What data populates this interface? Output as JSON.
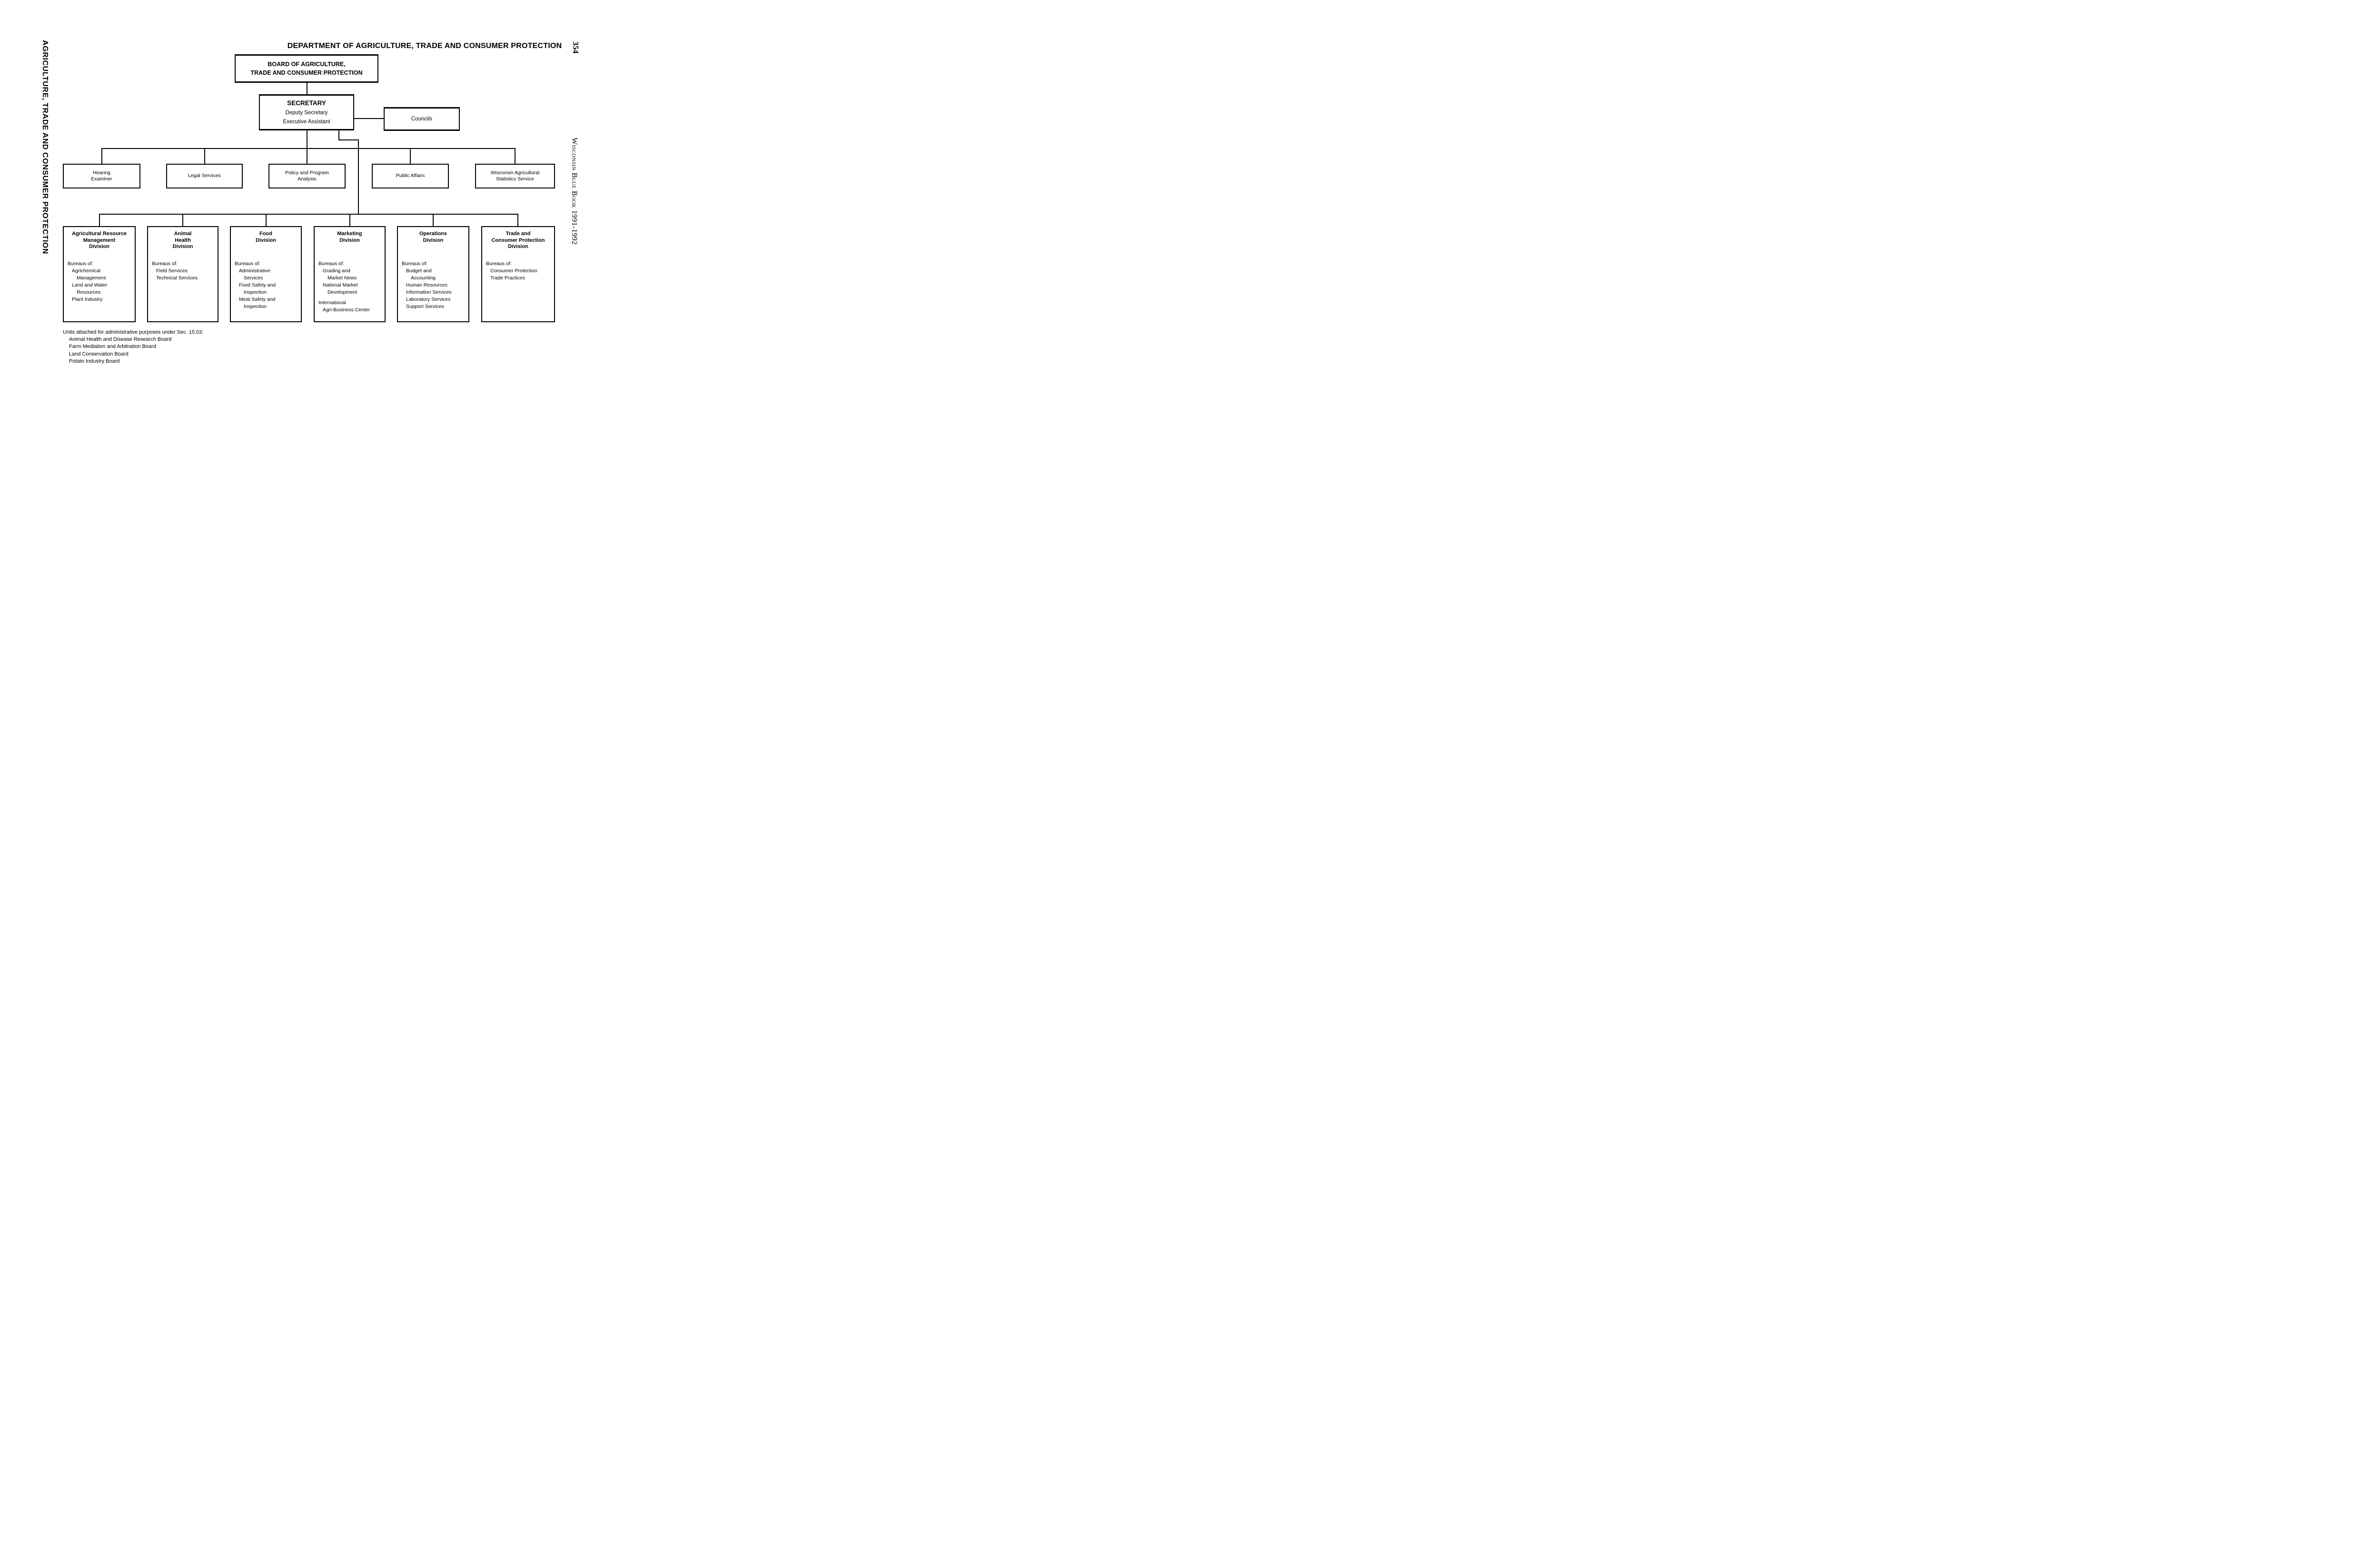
{
  "page": {
    "title": "DEPARTMENT OF AGRICULTURE, TRADE AND CONSUMER PROTECTION",
    "page_number": "354",
    "left_caption": "AGRICULTURE, TRADE AND CONSUMER PROTECTION",
    "right_caption": "Wisconsin Blue Book 1991-1992"
  },
  "colors": {
    "ink": "#000000",
    "paper": "#ffffff"
  },
  "board": {
    "lines": [
      "BOARD OF AGRICULTURE,",
      "TRADE AND CONSUMER PROTECTION"
    ]
  },
  "secretary": {
    "title": "SECRETARY",
    "subtitles": [
      "Deputy Secretary",
      "Executive Assistant"
    ]
  },
  "councils": {
    "label": "Councils"
  },
  "staff_offices": [
    {
      "lines": [
        "Hearing",
        "Examiner"
      ]
    },
    {
      "lines": [
        "Legal Services"
      ]
    },
    {
      "lines": [
        "Policy and Program",
        "Analysis"
      ]
    },
    {
      "lines": [
        "Public Affairs"
      ]
    },
    {
      "lines": [
        "Wisconsin Agricultural",
        "Statistics Service"
      ]
    }
  ],
  "divisions": [
    {
      "title_lines": [
        "Agricultural Resource",
        "Management",
        "Division"
      ],
      "body_lines": [
        "Bureaus of:",
        "Agrichemical",
        "Management",
        "Land and Water",
        "Resources",
        "Plant Industry"
      ]
    },
    {
      "title_lines": [
        "Animal",
        "Health",
        "Division"
      ],
      "body_lines": [
        "Bureaus of:",
        "Field Services",
        "Technical Services"
      ]
    },
    {
      "title_lines": [
        "Food",
        "Division"
      ],
      "body_lines": [
        "Bureaus of:",
        "Administrative",
        "Services",
        "Food Safety and",
        "Inspection",
        "Meat Safety and",
        "Inspection"
      ]
    },
    {
      "title_lines": [
        "Marketing",
        "Division"
      ],
      "body_lines": [
        "Bureaus of:",
        "Grading and",
        "Market News",
        "National Market",
        "Development",
        "International",
        "Agri-Business Center"
      ]
    },
    {
      "title_lines": [
        "Operations",
        "Division"
      ],
      "body_lines": [
        "Bureaus of:",
        "Budget and",
        "Accounting",
        "Human Resources",
        "Information Services",
        "Laboratory Services",
        "Support Services"
      ]
    },
    {
      "title_lines": [
        "Trade and",
        "Consumer Protection",
        "Division"
      ],
      "body_lines": [
        "Bureaus of:",
        "Consumer Protection",
        "Trade Practices"
      ]
    }
  ],
  "note": {
    "heading": "Units attached for administrative purposes under Sec. 15.03:",
    "items": [
      "Animal Health and Disease Research Board",
      "Farm Mediation and Arbitration Board",
      "Land Conservation Board",
      "Potato Industry Board"
    ]
  }
}
